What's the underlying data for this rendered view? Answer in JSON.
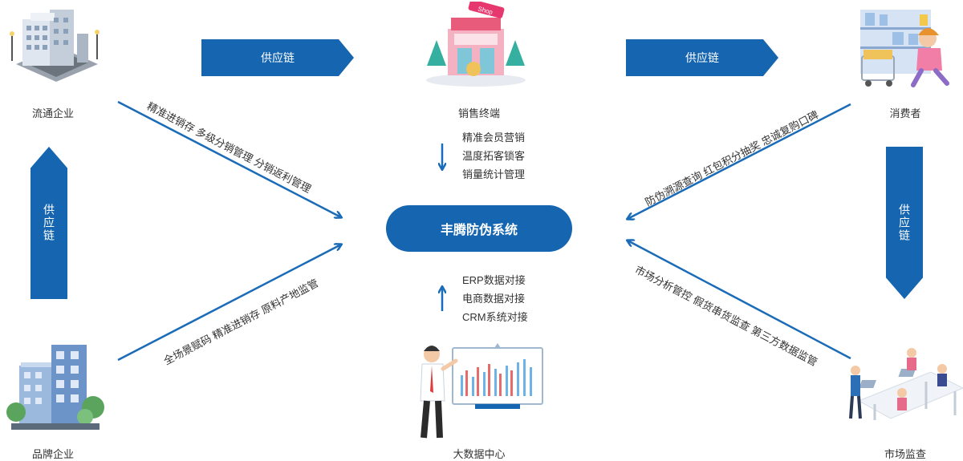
{
  "nodes": {
    "top_left": "流通企业",
    "top_center": "销售终端",
    "top_right": "消费者",
    "bottom_left": "品牌企业",
    "bottom_center": "大数据中心",
    "bottom_right": "市场监查"
  },
  "center": {
    "label": "丰腾防伪系统"
  },
  "supply_chain": {
    "top_left_band": "供应链",
    "top_right_band": "供应链",
    "left_vertical_band": "供应链",
    "right_vertical_band": "供应链"
  },
  "top_list": [
    "精准会员营销",
    "温度拓客锁客",
    "销量统计管理"
  ],
  "bottom_list": [
    "ERP数据对接",
    "电商数据对接",
    "CRM系统对接"
  ],
  "edges": {
    "top_left": "精准进销存  多级分销管理  分销返利管理",
    "bottom_left": "全场景赋码  精准进销存  原料产地监管",
    "top_right": "防伪溯源查询  红包积分抽奖  忠诚复购口碑",
    "bottom_right": "市场分析管控  假货串货监查  第三方数据监管"
  },
  "colors": {
    "primary": "#1565b0",
    "line": "#1a6bb8"
  },
  "icons": [
    "building-icon",
    "shop-icon",
    "shopping-icon",
    "office-building-icon",
    "data-presentation-icon",
    "market-supervision-icon"
  ]
}
